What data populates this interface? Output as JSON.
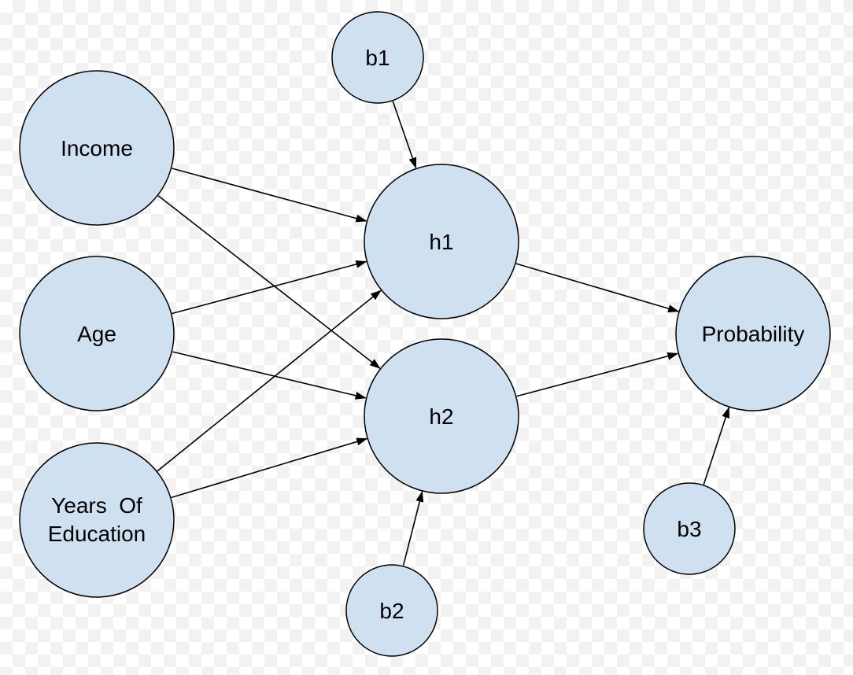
{
  "diagram": {
    "node_fill": "#cfe0f1",
    "nodes": {
      "income": {
        "lines": [
          "Income"
        ]
      },
      "age": {
        "lines": [
          "Age"
        ]
      },
      "education": {
        "lines": [
          "Years  Of",
          "Education"
        ]
      },
      "b1": {
        "lines": [
          "b1"
        ]
      },
      "h1": {
        "lines": [
          "h1"
        ]
      },
      "h2": {
        "lines": [
          "h2"
        ]
      },
      "b2": {
        "lines": [
          "b2"
        ]
      },
      "probability": {
        "lines": [
          "Probability"
        ]
      },
      "b3": {
        "lines": [
          "b3"
        ]
      }
    },
    "edges": [
      {
        "from": "income",
        "to": "h1"
      },
      {
        "from": "income",
        "to": "h2"
      },
      {
        "from": "age",
        "to": "h1"
      },
      {
        "from": "age",
        "to": "h2"
      },
      {
        "from": "education",
        "to": "h1"
      },
      {
        "from": "education",
        "to": "h2"
      },
      {
        "from": "b1",
        "to": "h1"
      },
      {
        "from": "b2",
        "to": "h2"
      },
      {
        "from": "h1",
        "to": "probability"
      },
      {
        "from": "h2",
        "to": "probability"
      },
      {
        "from": "b3",
        "to": "probability"
      }
    ]
  }
}
